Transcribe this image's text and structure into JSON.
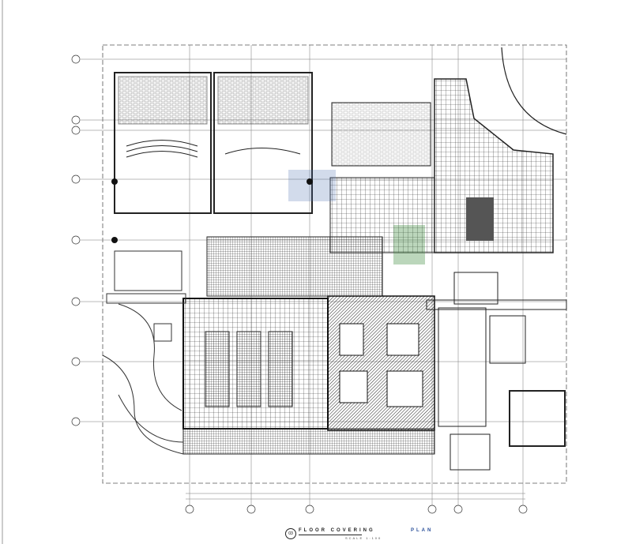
{
  "drawing": {
    "title": "FLOOR COVERING",
    "title_suffix": "PLAN",
    "scale_label": "SCALE 1:100",
    "drawing_number": "03",
    "accent_color": "#2a4f9a"
  }
}
